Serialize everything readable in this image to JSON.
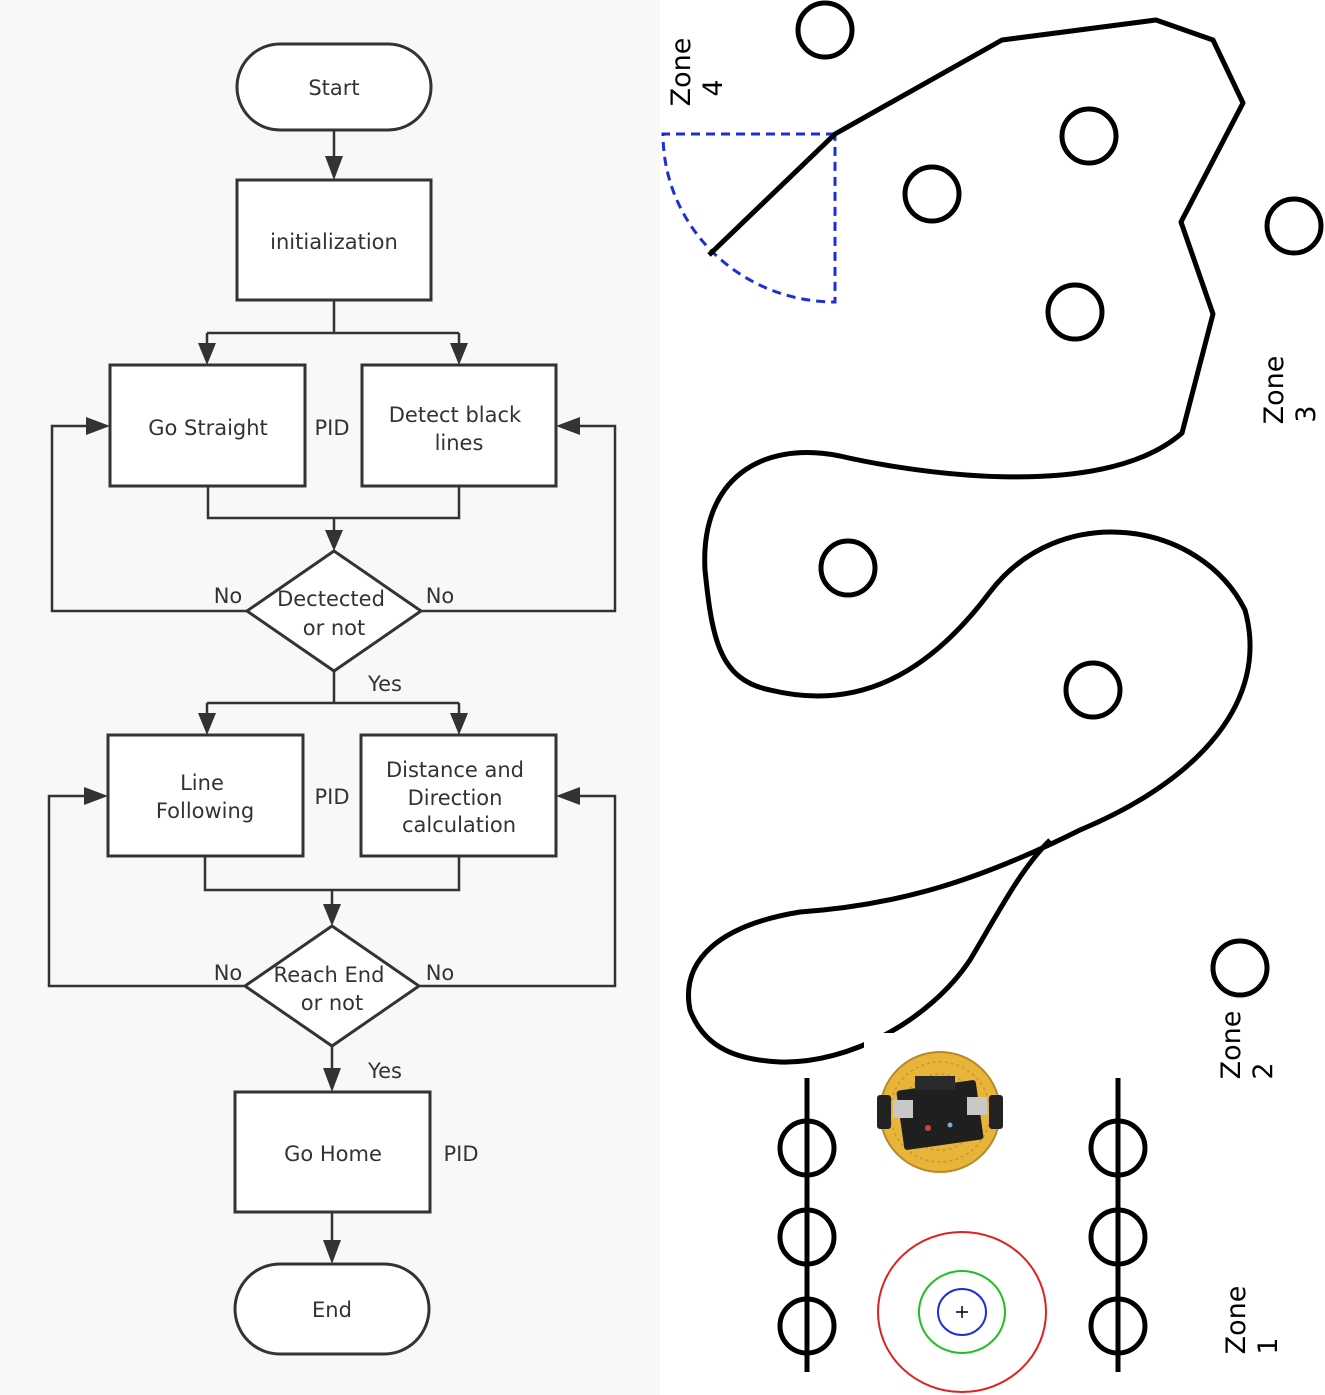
{
  "flowchart": {
    "start": "Start",
    "init": "initialization",
    "go_straight": "Go Straight",
    "detect_l1": "Detect black",
    "detect_l2": "lines",
    "pid": "PID",
    "dec1_l1": "Dectected",
    "dec1_l2": "or not",
    "no": "No",
    "yes": "Yes",
    "line_l1": "Line",
    "line_l2": "Following",
    "dist_l1": "Distance and",
    "dist_l2": "Direction",
    "dist_l3": "calculation",
    "dec2_l1": "Reach End",
    "dec2_l2": "or not",
    "go_home": "Go Home",
    "end": "End"
  },
  "map": {
    "zone_word": "Zone",
    "zone1": "1",
    "zone2": "2",
    "zone3": "3",
    "zone4": "4",
    "sector_color": "#1a2fd6",
    "target_outer_color": "#e02020",
    "target_middle_color": "#1fbf1f",
    "target_inner_color": "#1a2fd6",
    "robot_color": "#e8b53a",
    "target_icon": "crosshair-icon",
    "robot_icon": "robot-photo"
  }
}
